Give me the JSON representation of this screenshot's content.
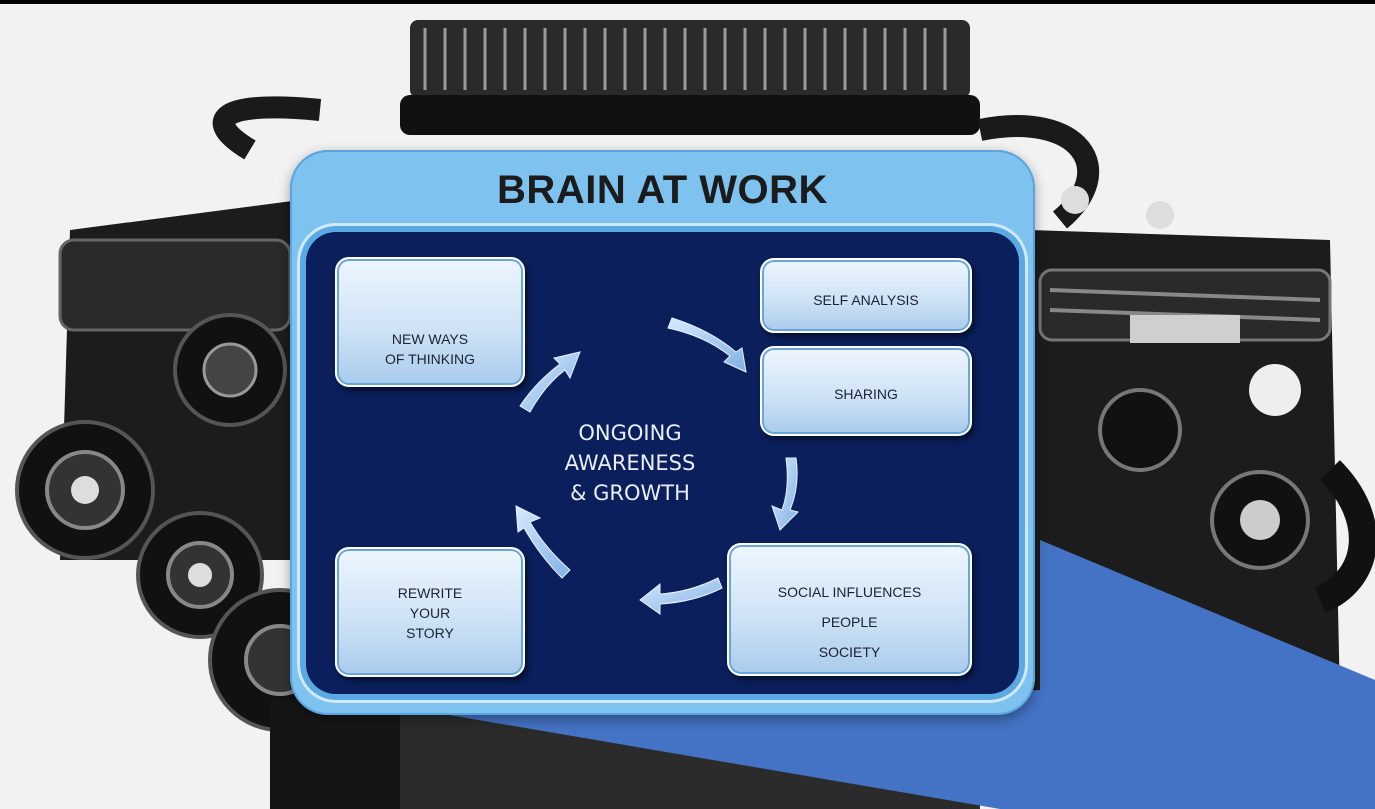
{
  "diagram": {
    "title": "BRAIN AT WORK",
    "center": [
      "ONGOING",
      "AWARENESS",
      "& GROWTH"
    ],
    "boxes": {
      "new_ways": [
        "NEW WAYS",
        "OF THINKING"
      ],
      "self_analysis": [
        "SELF ANALYSIS"
      ],
      "sharing": [
        "SHARING"
      ],
      "social": [
        "SOCIAL INFLUENCES",
        "PEOPLE",
        "SOCIETY"
      ],
      "rewrite": [
        "REWRITE",
        "YOUR",
        "STORY"
      ]
    },
    "colors": {
      "panel": "#7ec3ef",
      "inner": "#0a1f5c",
      "box": "#cfe3f6",
      "arrow": "#9dc4f0",
      "wedge": "#4472c4"
    }
  }
}
